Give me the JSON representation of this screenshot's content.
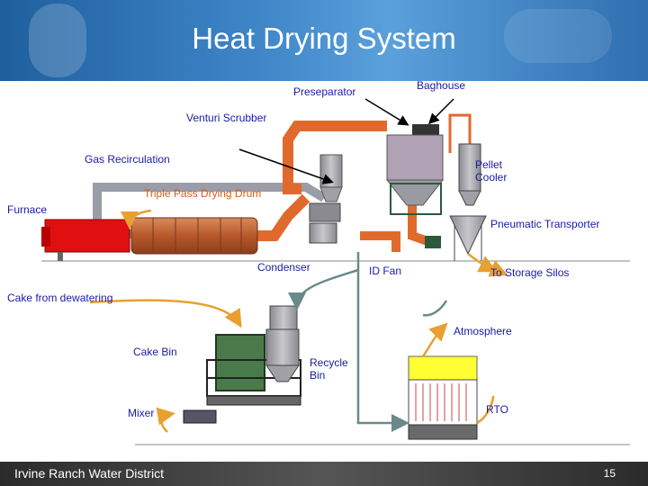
{
  "slide": {
    "title": "Heat Drying System",
    "footer_org": "Irvine Ranch Water District",
    "page_number": "15"
  },
  "labels": {
    "baghouse": "Baghouse",
    "preseparator": "Preseparator",
    "venturi_scrubber": "Venturi Scrubber",
    "gas_recirculation": "Gas Recirculation",
    "pellet_cooler": "Pellet Cooler",
    "triple_pass_drying_drum": "Triple Pass Drying Drum",
    "furnace": "Furnace",
    "pneumatic_transporter": "Pneumatic Transporter",
    "condenser": "Condenser",
    "id_fan": "ID Fan",
    "to_storage_silos": "To Storage Silos",
    "cake_from_dewatering": "Cake from dewatering",
    "atmosphere": "Atmosphere",
    "cake_bin": "Cake Bin",
    "recycle_bin": "Recycle Bin",
    "mixer": "Mixer",
    "rto": "RTO"
  },
  "colors": {
    "label_blue": "#1a1aa8",
    "label_orange": "#d2601a",
    "duct_orange": "#e06a2c",
    "furnace_red": "#e01010",
    "drum_brown": "#c46a3a",
    "rto_yellow": "#ffff33",
    "flow_arrow_gold": "#e8a030",
    "vessel_gray": "#a0a0a6"
  }
}
